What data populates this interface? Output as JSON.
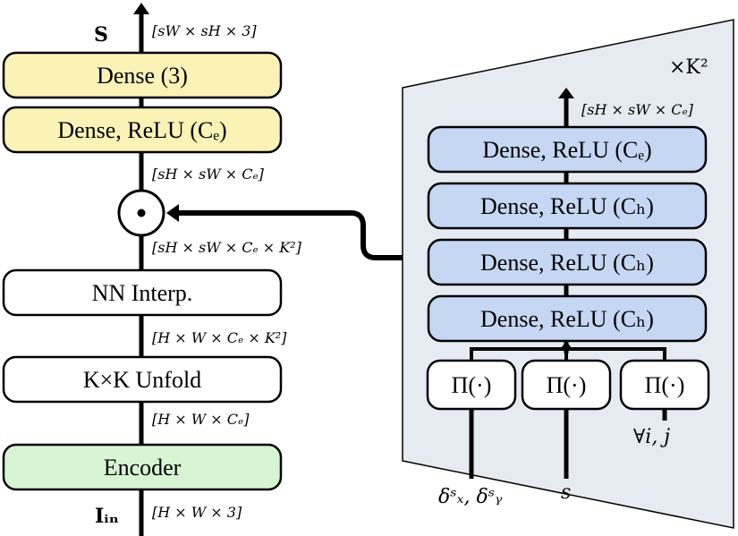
{
  "colors": {
    "dense_yellow": "#fbf3b6",
    "encoder_green": "#d7f5d3",
    "mlp_blue": "#c6d7f3",
    "panel_gray": "#e6ebf2",
    "stroke": "#000000"
  },
  "main_branch": {
    "output_label": "S",
    "output_dims": "[sW × sH × 3]",
    "dense3": "Dense (3)",
    "dense_relu_ce": "Dense, ReLU (Cₑ)",
    "dims_after_relu": "[sH × sW × Cₑ]",
    "product_symbol": "⊙",
    "dims_before_product": "[sH × sW × Cₑ × K²]",
    "nn_interp": "NN Interp.",
    "dims_after_unfold": "[H × W × Cₑ × K²]",
    "unfold": "K×K Unfold",
    "dims_after_encoder": "[H × W × Cₑ]",
    "encoder": "Encoder",
    "input_label": "Iᵢₙ",
    "input_dims": "[H × W × 3]"
  },
  "mlp_panel": {
    "repeat_label": "×K²",
    "output_dims": "[sH × sW × Cₑ]",
    "layers": [
      "Dense, ReLU (Cₑ)",
      "Dense, ReLU (Cₕ)",
      "Dense, ReLU (Cₕ)",
      "Dense, ReLU (Cₕ)"
    ],
    "encoders": [
      "Π(·)",
      "Π(·)",
      "Π(·)"
    ],
    "forall_label": "∀i, j",
    "input_delta": "δˢₓ, δˢᵧ",
    "input_scale": "s"
  }
}
